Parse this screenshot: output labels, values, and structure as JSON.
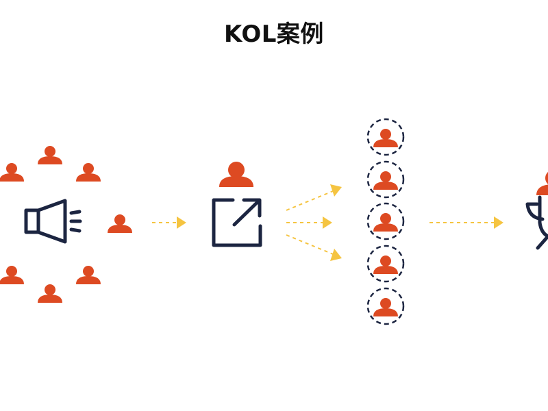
{
  "title": "KOL案例",
  "colors": {
    "person": "#dd4a22",
    "icon": "#1c2541",
    "arrow": "#f5c441",
    "background": "#ffffff"
  },
  "icons": {
    "megaphone": "megaphone-icon",
    "share": "share-icon",
    "trophy": "trophy-icon",
    "person": "person-icon"
  },
  "diagram": {
    "stages": [
      "broadcast",
      "share",
      "reach",
      "reward"
    ],
    "audience_count": 7,
    "reached_count": 5
  }
}
